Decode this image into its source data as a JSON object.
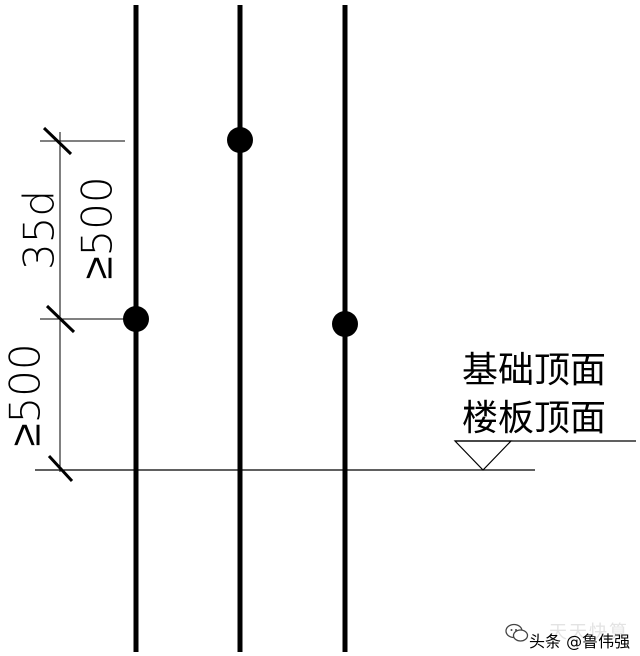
{
  "dimensions": {
    "upper_left": "35d",
    "upper_right": "≥500",
    "lower": "≥500"
  },
  "level_labels": {
    "foundation_top": "基础顶面",
    "slab_top": "楼板顶面"
  },
  "watermark": {
    "faint": "天天快算",
    "text": "头条 @鲁伟强"
  }
}
